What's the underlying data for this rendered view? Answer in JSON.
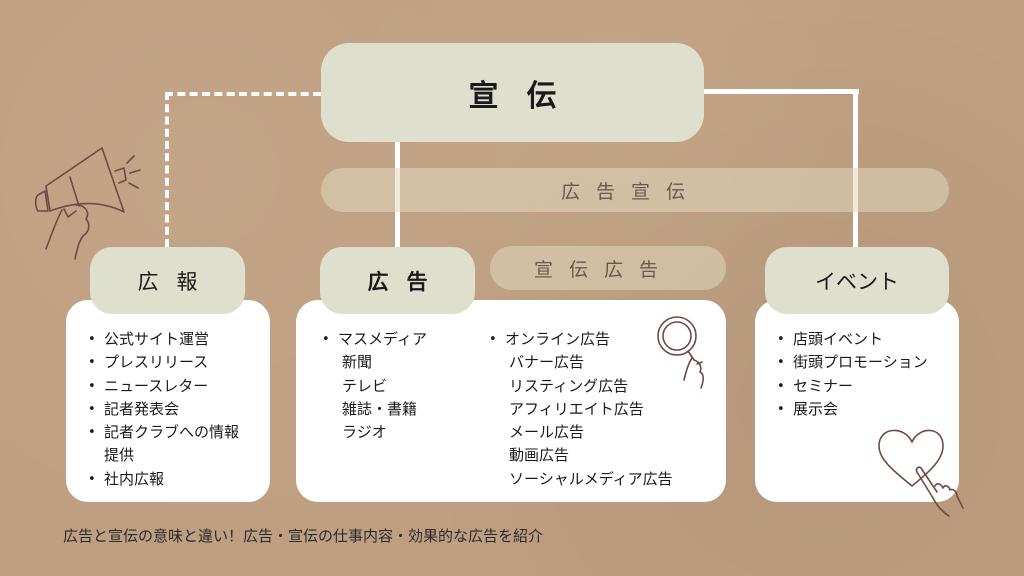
{
  "title": "宣伝",
  "bands": {
    "wide": "広告宣伝",
    "narrow": "宣伝広告"
  },
  "categories": [
    {
      "key": "pr",
      "label": "広報",
      "items": [
        {
          "text": "公式サイト運営",
          "bullet": true
        },
        {
          "text": "プレスリリース",
          "bullet": true
        },
        {
          "text": "ニュースレター",
          "bullet": true
        },
        {
          "text": "記者発表会",
          "bullet": true
        },
        {
          "text": "記者クラブへの情報",
          "bullet": true
        },
        {
          "text": "提供",
          "bullet": false
        },
        {
          "text": "社内広報",
          "bullet": true
        }
      ]
    },
    {
      "key": "ads",
      "label": "広告",
      "columns": [
        [
          {
            "text": "マスメディア",
            "bullet": true
          },
          {
            "text": "新聞",
            "bullet": false
          },
          {
            "text": "テレビ",
            "bullet": false
          },
          {
            "text": "雑誌・書籍",
            "bullet": false
          },
          {
            "text": "ラジオ",
            "bullet": false
          }
        ],
        [
          {
            "text": "オンライン広告",
            "bullet": true
          },
          {
            "text": "バナー広告",
            "bullet": false
          },
          {
            "text": "リスティング広告",
            "bullet": false
          },
          {
            "text": "アフィリエイト広告",
            "bullet": false
          },
          {
            "text": "メール広告",
            "bullet": false
          },
          {
            "text": "動画広告",
            "bullet": false
          },
          {
            "text": "ソーシャルメディア広告",
            "bullet": false
          }
        ]
      ]
    },
    {
      "key": "event",
      "label": "イベント",
      "items": [
        {
          "text": "店頭イベント",
          "bullet": true
        },
        {
          "text": "街頭プロモーション",
          "bullet": true
        },
        {
          "text": "セミナー",
          "bullet": true
        },
        {
          "text": "展示会",
          "bullet": true
        }
      ]
    }
  ],
  "icons": [
    "megaphone-icon",
    "magnifier-icon",
    "heart-touch-icon"
  ],
  "footer": "広告と宣伝の意味と違い！広告・宣伝の仕事内容・効果的な広告を紹介",
  "colors": {
    "background": "#bf9f81",
    "head_box": "#dfdfcd",
    "card": "#ffffff",
    "icon_stroke": "#6e4a44"
  }
}
